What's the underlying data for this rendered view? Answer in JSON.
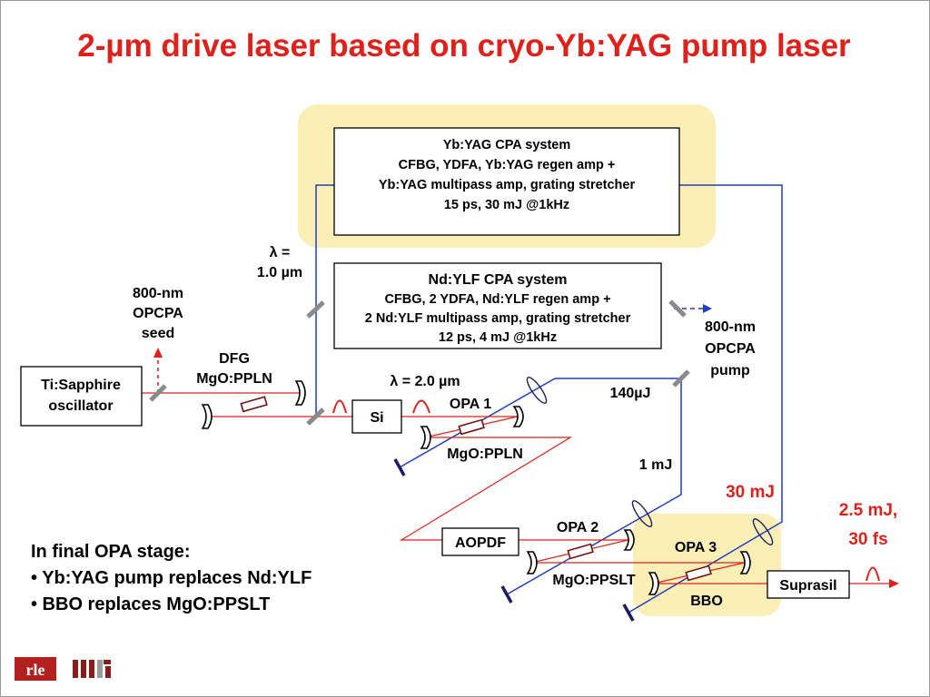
{
  "title": "2-µm drive laser based on cryo-Yb:YAG pump laser",
  "yb_box": [
    "Yb:YAG CPA system",
    "CFBG, YDFA, Yb:YAG regen amp +",
    "Yb:YAG multipass amp, grating stretcher",
    "15 ps, 30 mJ @1kHz"
  ],
  "nd_box": [
    "Nd:YLF CPA system",
    "CFBG, 2 YDFA, Nd:YLF regen amp +",
    "2 Nd:YLF multipass amp, grating stretcher",
    "12 ps, 4 mJ @1kHz"
  ],
  "ti_box": [
    "Ti:Sapphire",
    "oscillator"
  ],
  "si_label": "Si",
  "aopdf_label": "AOPDF",
  "suprasil_label": "Suprasil",
  "labels": {
    "lambda1": "λ =",
    "lambda1_val": "1.0 µm",
    "lambda2": "λ = 2.0 µm",
    "seed": [
      "800-nm",
      "OPCPA",
      "seed"
    ],
    "pump": [
      "800-nm",
      "OPCPA",
      "pump"
    ],
    "dfg": [
      "DFG",
      "MgO:PPLN"
    ],
    "opa1": "OPA 1",
    "opa1_crystal": "MgO:PPLN",
    "opa2": "OPA 2",
    "opa2_crystal": "MgO:PPSLT",
    "opa3": "OPA 3",
    "bbo": "BBO",
    "e140": "140µJ",
    "e1mj": "1 mJ",
    "e30mj": "30 mJ",
    "out": [
      "2.5 mJ,",
      "30 fs"
    ]
  },
  "notes": [
    "In final OPA stage:",
    "• Yb:YAG pump replaces Nd:YLF",
    "• BBO replaces MgO:PPSLT"
  ],
  "logos": [
    "rle",
    "MIT"
  ],
  "colors": {
    "title": "#e0201b",
    "highlight": "#fbefb5",
    "beam_red": "#e0201b",
    "beam_blue": "#1f3fbf"
  }
}
